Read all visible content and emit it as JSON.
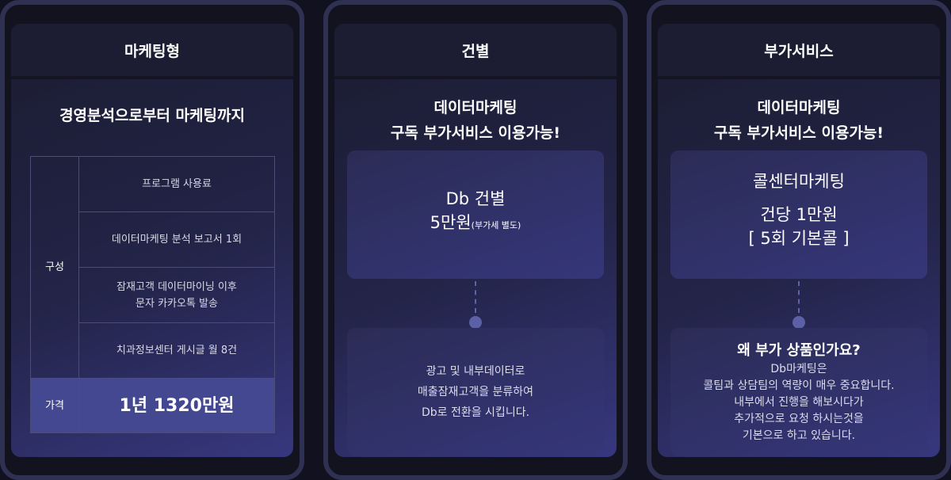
{
  "cards": [
    {
      "title": "마케팅형",
      "subtitle": "경영분석으로부터 마케팅까지",
      "table": {
        "composition_label": "구성",
        "items": [
          "프로그램 사용료",
          "데이터마케팅 분석 보고서 1회",
          "잠재고객 데이터마이닝 이후",
          "문자 카카오톡 발송",
          "치과정보센터 게시글 월 8건"
        ],
        "price_label": "가격",
        "price": "1년 1320만원"
      }
    },
    {
      "title": "건별",
      "subtitle_lines": [
        "데이터마케팅",
        "구독 부가서비스 이용가능!"
      ],
      "box": {
        "line1": "Db 건별",
        "price": "5만원",
        "note": "(부가세 별도)"
      },
      "desc": [
        "광고 및 내부데이터로",
        "매출잠재고객을 분류하여",
        "Db로 전환을 시킵니다."
      ]
    },
    {
      "title": "부가서비스",
      "subtitle_lines": [
        "데이터마케팅",
        "구독 부가서비스 이용가능!"
      ],
      "box": {
        "line1": "콜센터마케팅",
        "line2": "건당 1만원",
        "line3": "[ 5회 기본콜 ]"
      },
      "why": {
        "title": "왜 부가 상품인가요?",
        "lines": [
          "Db마케팅은",
          "콜팀과 상담팀의 역량이 매우 중요합니다.",
          "내부에서 진행을 해보시다가",
          "추가적으로 요청 하시는것을",
          "기본으로 하고 있습니다."
        ]
      }
    }
  ]
}
